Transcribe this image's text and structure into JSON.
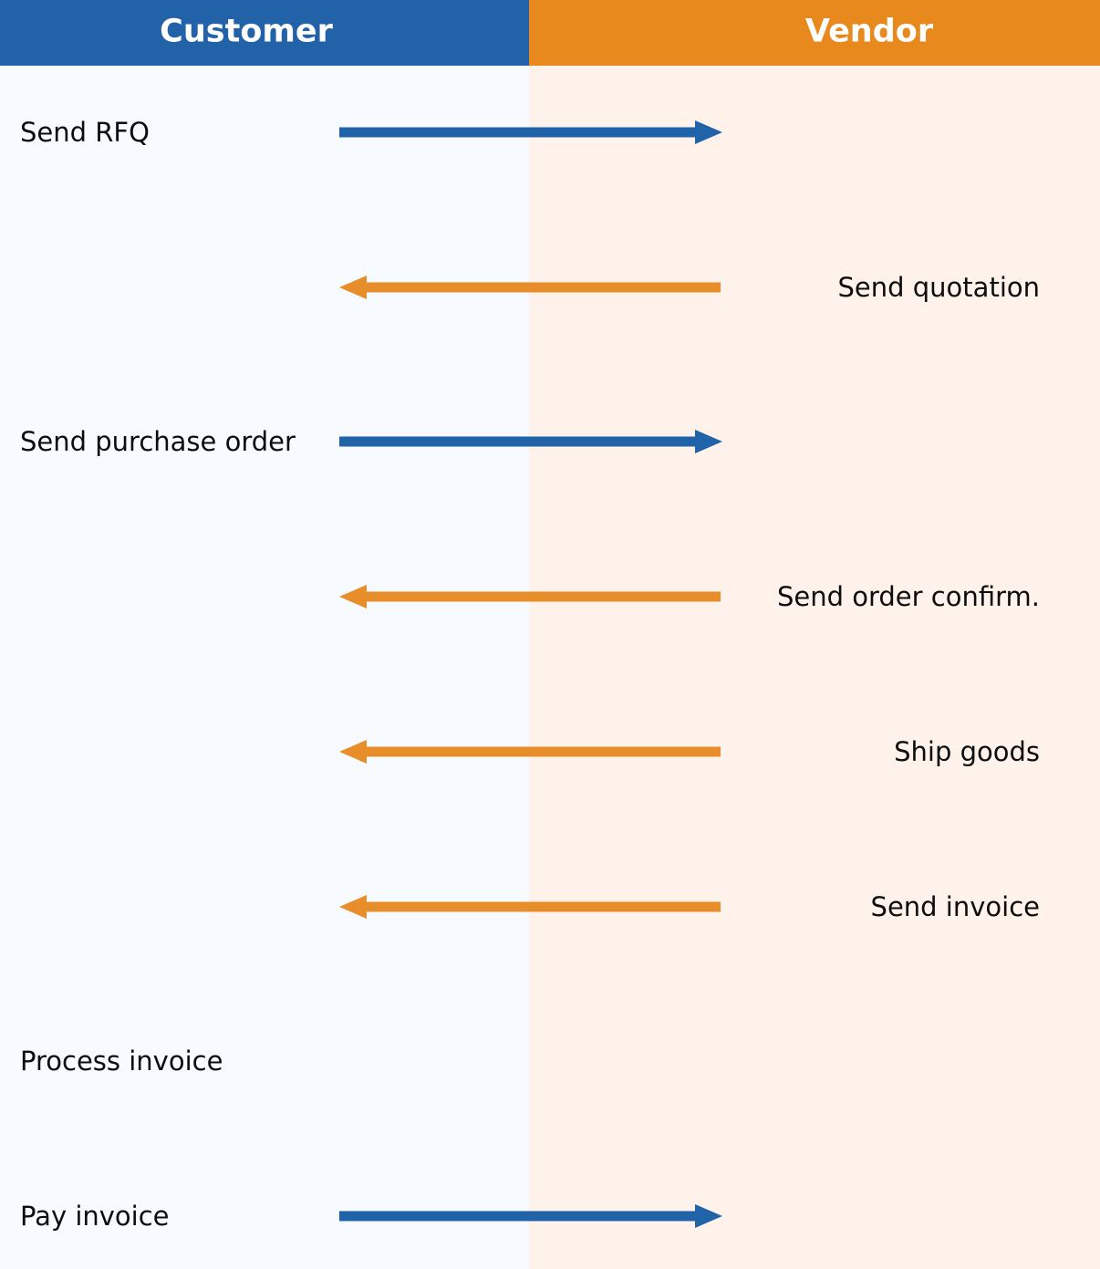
{
  "header": {
    "customer_label": "Customer",
    "vendor_label": "Vendor"
  },
  "rows": [
    {
      "label": "Send RFQ",
      "actor": "customer",
      "arrow": "right"
    },
    {
      "label": "Send quotation",
      "actor": "vendor",
      "arrow": "left"
    },
    {
      "label": "Send purchase order",
      "actor": "customer",
      "arrow": "right"
    },
    {
      "label": "Send order confirm.",
      "actor": "vendor",
      "arrow": "left"
    },
    {
      "label": "Ship goods",
      "actor": "vendor",
      "arrow": "left"
    },
    {
      "label": "Send invoice",
      "actor": "vendor",
      "arrow": "left"
    },
    {
      "label": "Process invoice",
      "actor": "customer",
      "arrow": "none"
    },
    {
      "label": "Pay invoice",
      "actor": "customer",
      "arrow": "right"
    }
  ],
  "colors": {
    "customer_header": "#2262A8",
    "vendor_header": "#E8891E",
    "customer_arrow": "#2163A9",
    "vendor_arrow": "#E78E2B",
    "customer_lane_bg": "#F7FAFE",
    "vendor_lane_bg": "#FEF2EA",
    "label_text": "#0D0D0D"
  }
}
